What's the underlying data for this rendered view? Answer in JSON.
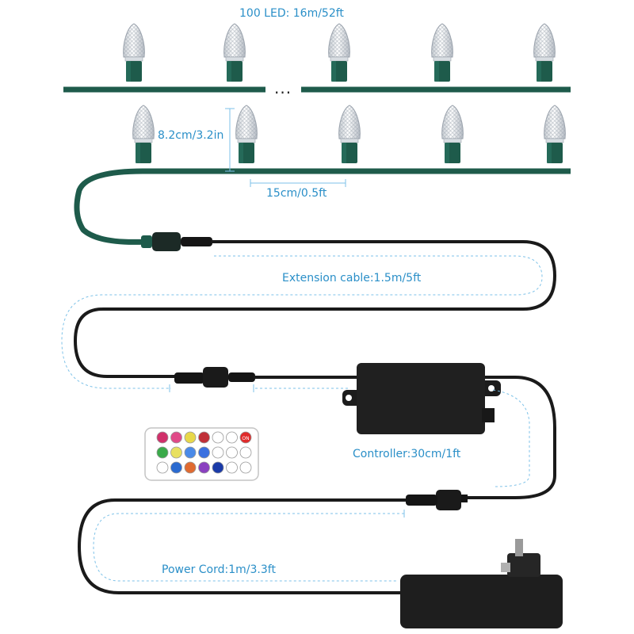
{
  "labels": {
    "led_count_length": "100 LED: 16m/52ft",
    "bulb_height": "8.2cm/3.2in",
    "bulb_spacing": "15cm/0.5ft",
    "extension_cable": "Extension cable:1.5m/5ft",
    "controller": "Controller:30cm/1ft",
    "power_cord": "Power Cord:1m/3.3ft",
    "ellipsis": "..."
  },
  "remote": {
    "button_colors": [
      [
        "#d0306a",
        "#e04a88",
        "#e8d84a",
        "#c03038",
        "#ffffff",
        "#ffffff",
        "#e02a2a"
      ],
      [
        "#3aaa4a",
        "#e8e060",
        "#4a8ae8",
        "#3a70e0",
        "#ffffff",
        "#ffffff",
        "#ffffff"
      ],
      [
        "#ffffff",
        "#2a6ad0",
        "#e06a30",
        "#8a40c0",
        "#1a3aa8",
        "#ffffff",
        "#ffffff"
      ]
    ],
    "power_text": "ON"
  },
  "colors": {
    "wire_green": "#1e5b4b",
    "cable_black": "#1a1a1a",
    "label_blue": "#2a8fc8",
    "dashed_guide": "#7ec2e8"
  }
}
